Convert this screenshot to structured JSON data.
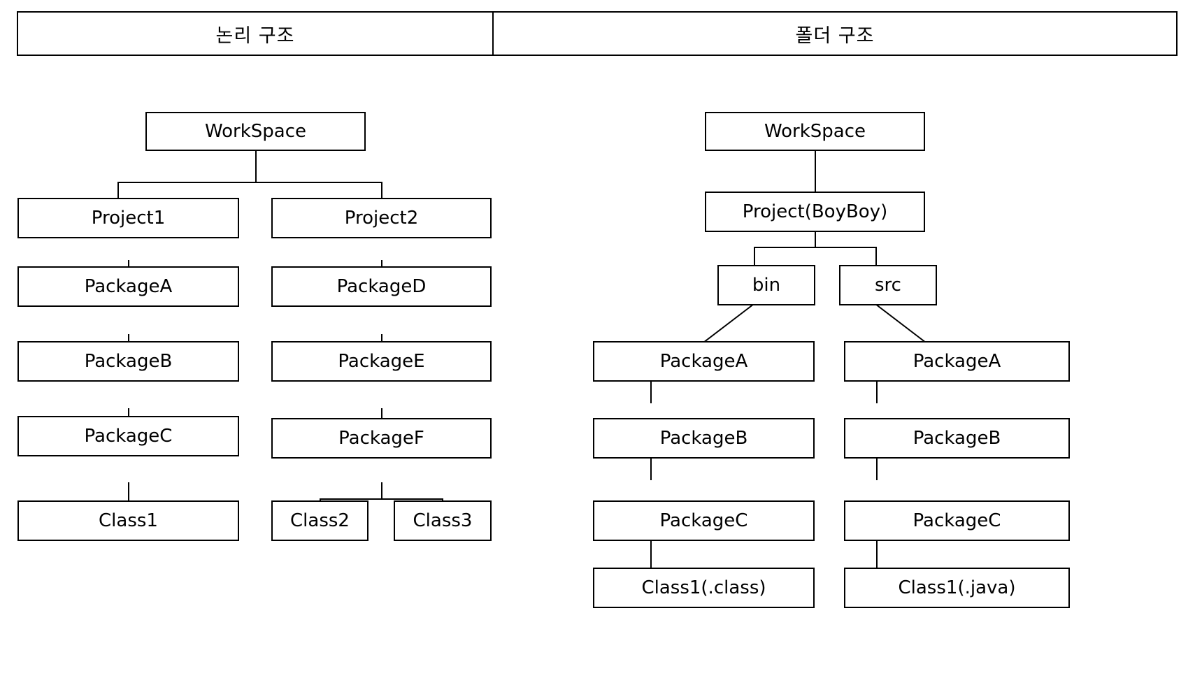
{
  "header": {
    "left_title": "논리 구조",
    "right_title": "폴더 구조"
  },
  "logical_tree": {
    "root": "WorkSpace",
    "project1": "Project1",
    "project2": "Project2",
    "p1_packageA": "PackageA",
    "p1_packageB": "PackageB",
    "p1_packageC": "PackageC",
    "p1_class1": "Class1",
    "p2_packageD": "PackageD",
    "p2_packageE": "PackageE",
    "p2_packageF": "PackageF",
    "p2_class2": "Class2",
    "p2_class3": "Class3"
  },
  "folder_tree": {
    "root": "WorkSpace",
    "project": "Project(BoyBoy)",
    "bin": "bin",
    "src": "src",
    "bin_packageA": "PackageA",
    "bin_packageB": "PackageB",
    "bin_packageC": "PackageC",
    "bin_class": "Class1(.class)",
    "src_packageA": "PackageA",
    "src_packageB": "PackageB",
    "src_packageC": "PackageC",
    "src_class": "Class1(.java)"
  },
  "colors": {
    "border": "#000000",
    "background": "#ffffff",
    "text": "#000000"
  }
}
